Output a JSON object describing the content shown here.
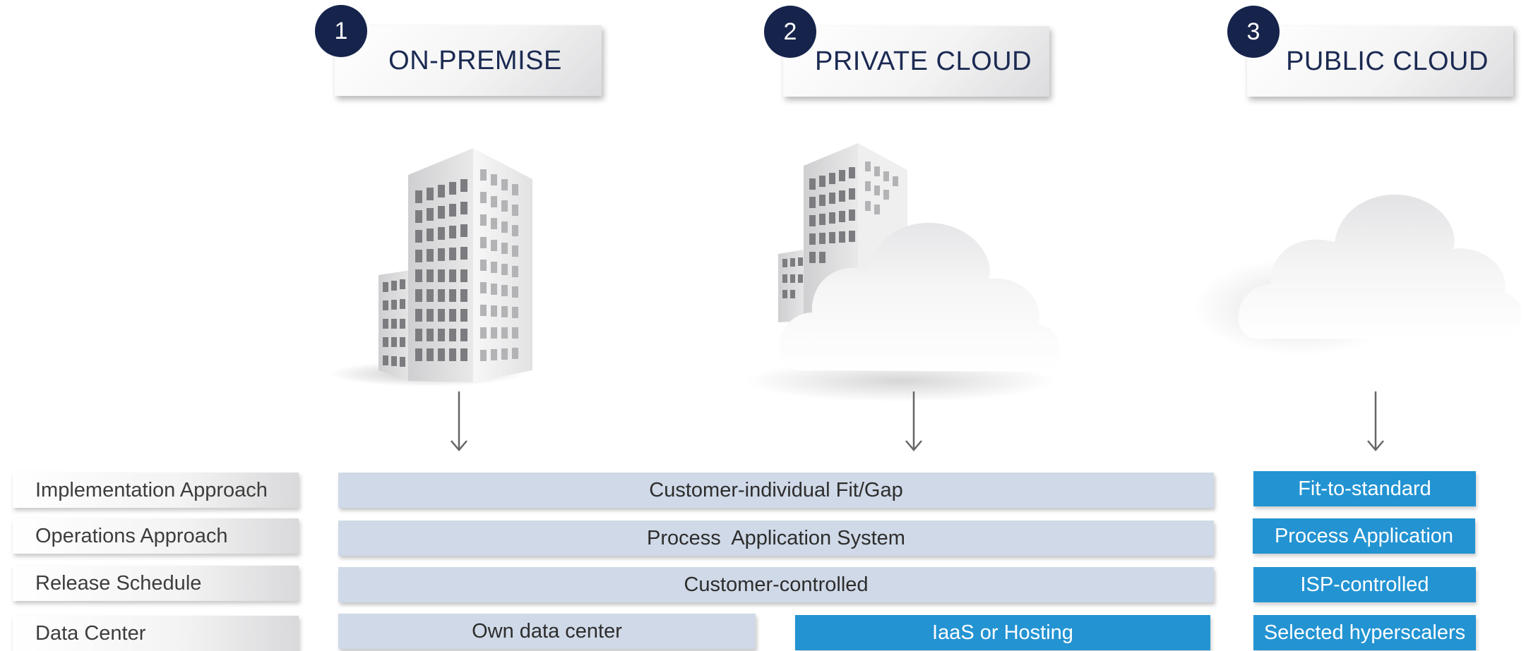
{
  "columns": [
    {
      "number": "1",
      "title": "ON-PREMISE",
      "illustration": "office-building-icon"
    },
    {
      "number": "2",
      "title": "PRIVATE CLOUD",
      "illustration": "building-with-cloud-icon"
    },
    {
      "number": "3",
      "title": "PUBLIC CLOUD",
      "illustration": "cloud-icon"
    }
  ],
  "rows": [
    {
      "label": "Implementation Approach",
      "shared_value": "Customer-individual Fit/Gap",
      "public_value": "Fit-to-standard"
    },
    {
      "label": "Operations Approach",
      "shared_value": "Process  Application System",
      "public_value": "Process Application"
    },
    {
      "label": "Release Schedule",
      "shared_value": "Customer-controlled",
      "public_value": "ISP-controlled"
    },
    {
      "label": "Data Center",
      "on_premise_value": "Own data center",
      "private_value": "IaaS or Hosting",
      "public_value": "Selected hyperscalers"
    }
  ],
  "colors": {
    "navy": "#16244c",
    "title": "#1b2a52",
    "light_bar": "#d0d9e7",
    "accent_blue": "#2393d2"
  }
}
